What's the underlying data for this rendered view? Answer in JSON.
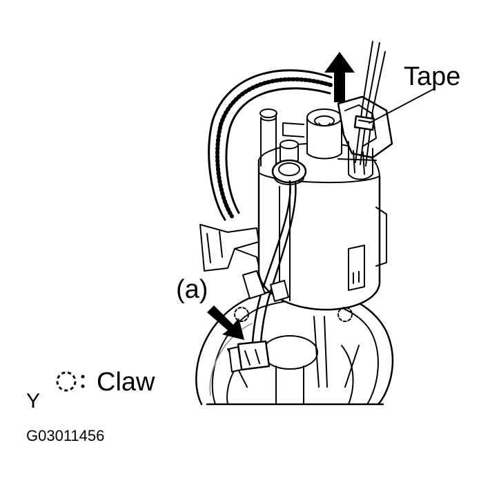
{
  "labels": {
    "tape": "Tape",
    "a": "(a)",
    "claw": "Claw",
    "view": "Y",
    "figure_code": "G03011456"
  },
  "icons": {
    "claw_symbol": "dashed-circle-icon",
    "pull_direction": "up-arrow-icon",
    "pointer": "diagonal-arrow-icon"
  },
  "colors": {
    "ink": "#000000",
    "paper": "#ffffff",
    "shade": "#c8c8c8"
  }
}
